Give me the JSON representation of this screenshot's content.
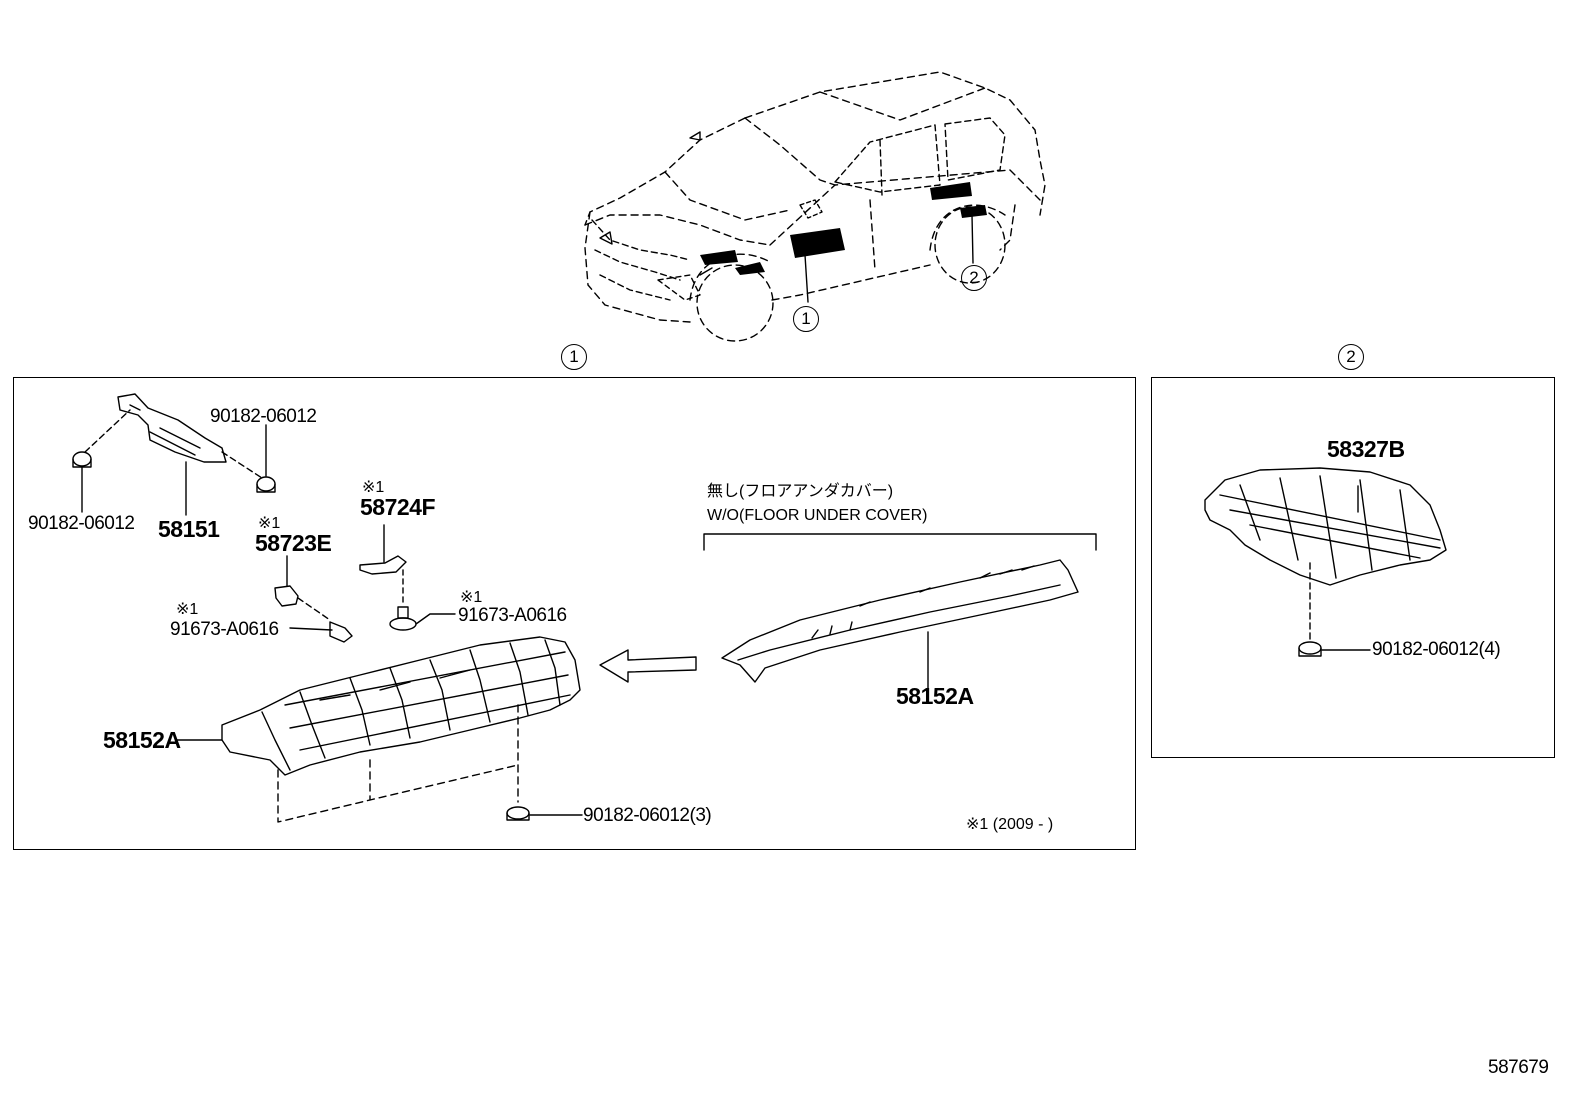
{
  "callouts": {
    "one": "1",
    "two": "2"
  },
  "sym_mark": "※1",
  "panel1": {
    "variant_label_jp": "無し(フロアアンダカバー)",
    "variant_label_en": "W/O(FLOOR UNDER COVER)",
    "year_note": "※1 (2009 -        )",
    "parts": {
      "p90182_top": "90182-06012",
      "p90182_left": "90182-06012",
      "p58151": "58151",
      "p58724F": "58724F",
      "p58723E": "58723E",
      "p91673_left": "91673-A0616",
      "p91673_right": "91673-A0616",
      "p58152A_left": "58152A",
      "p58152A_right": "58152A",
      "p90182_3": "90182-06012(3)"
    }
  },
  "panel2": {
    "parts": {
      "p58327B": "58327B",
      "p90182_4": "90182-06012(4)"
    }
  },
  "diagram_id": "587679"
}
